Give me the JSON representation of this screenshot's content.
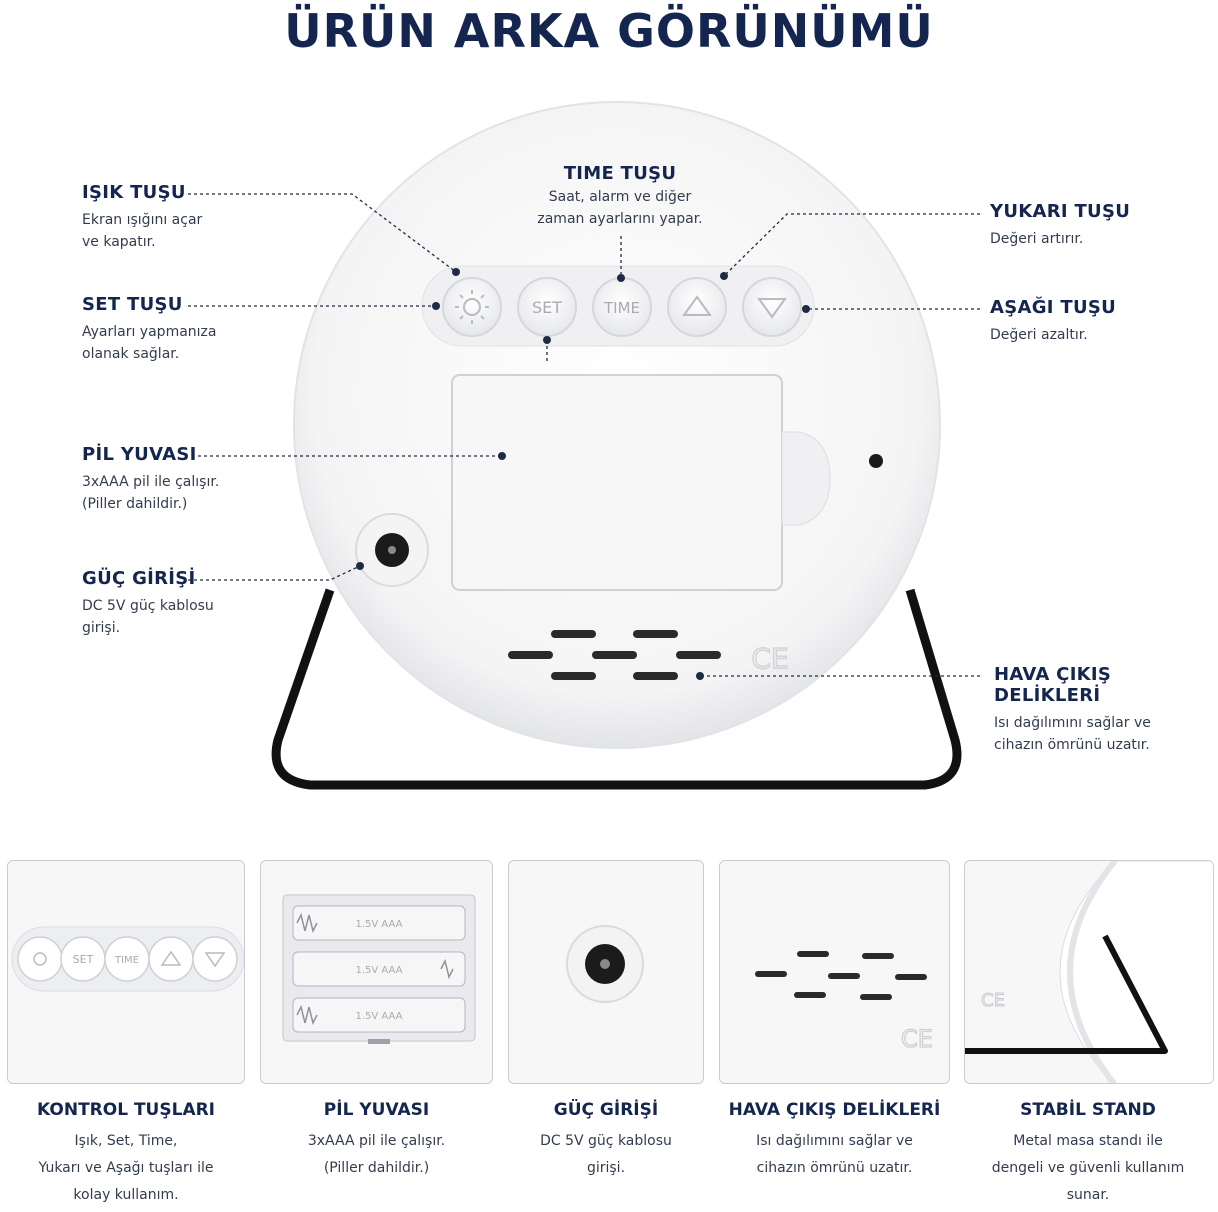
{
  "title": "ÜRÜN ARKA GÖRÜNÜMÜ",
  "callouts": {
    "light": {
      "title": "IŞIK TUŞU",
      "lines": [
        "Ekran ışığını açar",
        "ve kapatır."
      ]
    },
    "set": {
      "title": "SET TUŞU",
      "lines": [
        "Ayarları yapmanıza",
        "olanak sağlar."
      ]
    },
    "battery": {
      "title": "PİL YUVASI",
      "lines": [
        "3xAAA pil ile çalışır.",
        "(Piller dahildir.)"
      ]
    },
    "power": {
      "title": "GÜÇ GİRİŞİ",
      "lines": [
        "DC 5V güç kablosu",
        "girişi."
      ]
    },
    "time": {
      "title": "TIME TUŞU",
      "lines": [
        "Saat, alarm ve diğer",
        "zaman ayarlarını yapar."
      ]
    },
    "up": {
      "title": "YUKARI TUŞU",
      "lines": [
        "Değeri artırır."
      ]
    },
    "down": {
      "title": "AŞAĞI TUŞU",
      "lines": [
        "Değeri azaltır."
      ]
    },
    "vent": {
      "title": "HAVA ÇIKIŞ DELİKLERİ",
      "lines": [
        "Isı dağılımını sağlar ve",
        "cihazın ömrünü uzatır."
      ]
    }
  },
  "device": {
    "buttons": [
      "SET",
      "TIME"
    ],
    "ce_mark": "CE"
  },
  "battery_label": "1.5V AAA",
  "panels": [
    {
      "title": "KONTROL TUŞLARI",
      "lines": [
        "Işık, Set, Time,",
        "Yukarı ve Aşağı tuşları ile",
        "kolay kullanım."
      ]
    },
    {
      "title": "PİL YUVASI",
      "lines": [
        "3xAAA pil ile çalışır.",
        "(Piller dahildir.)"
      ]
    },
    {
      "title": "GÜÇ GİRİŞİ",
      "lines": [
        "DC 5V güç kablosu",
        "girişi."
      ]
    },
    {
      "title": "HAVA ÇIKIŞ DELİKLERİ",
      "lines": [
        "Isı dağılımını sağlar ve",
        "cihazın ömrünü uzatır."
      ]
    },
    {
      "title": "STABİL STAND",
      "lines": [
        "Metal masa standı ile",
        "dengeli ve güvenli kullanım",
        "sunar."
      ]
    }
  ],
  "colors": {
    "navy": "#14254f",
    "stand": "#111111",
    "device": "#ffffff"
  }
}
